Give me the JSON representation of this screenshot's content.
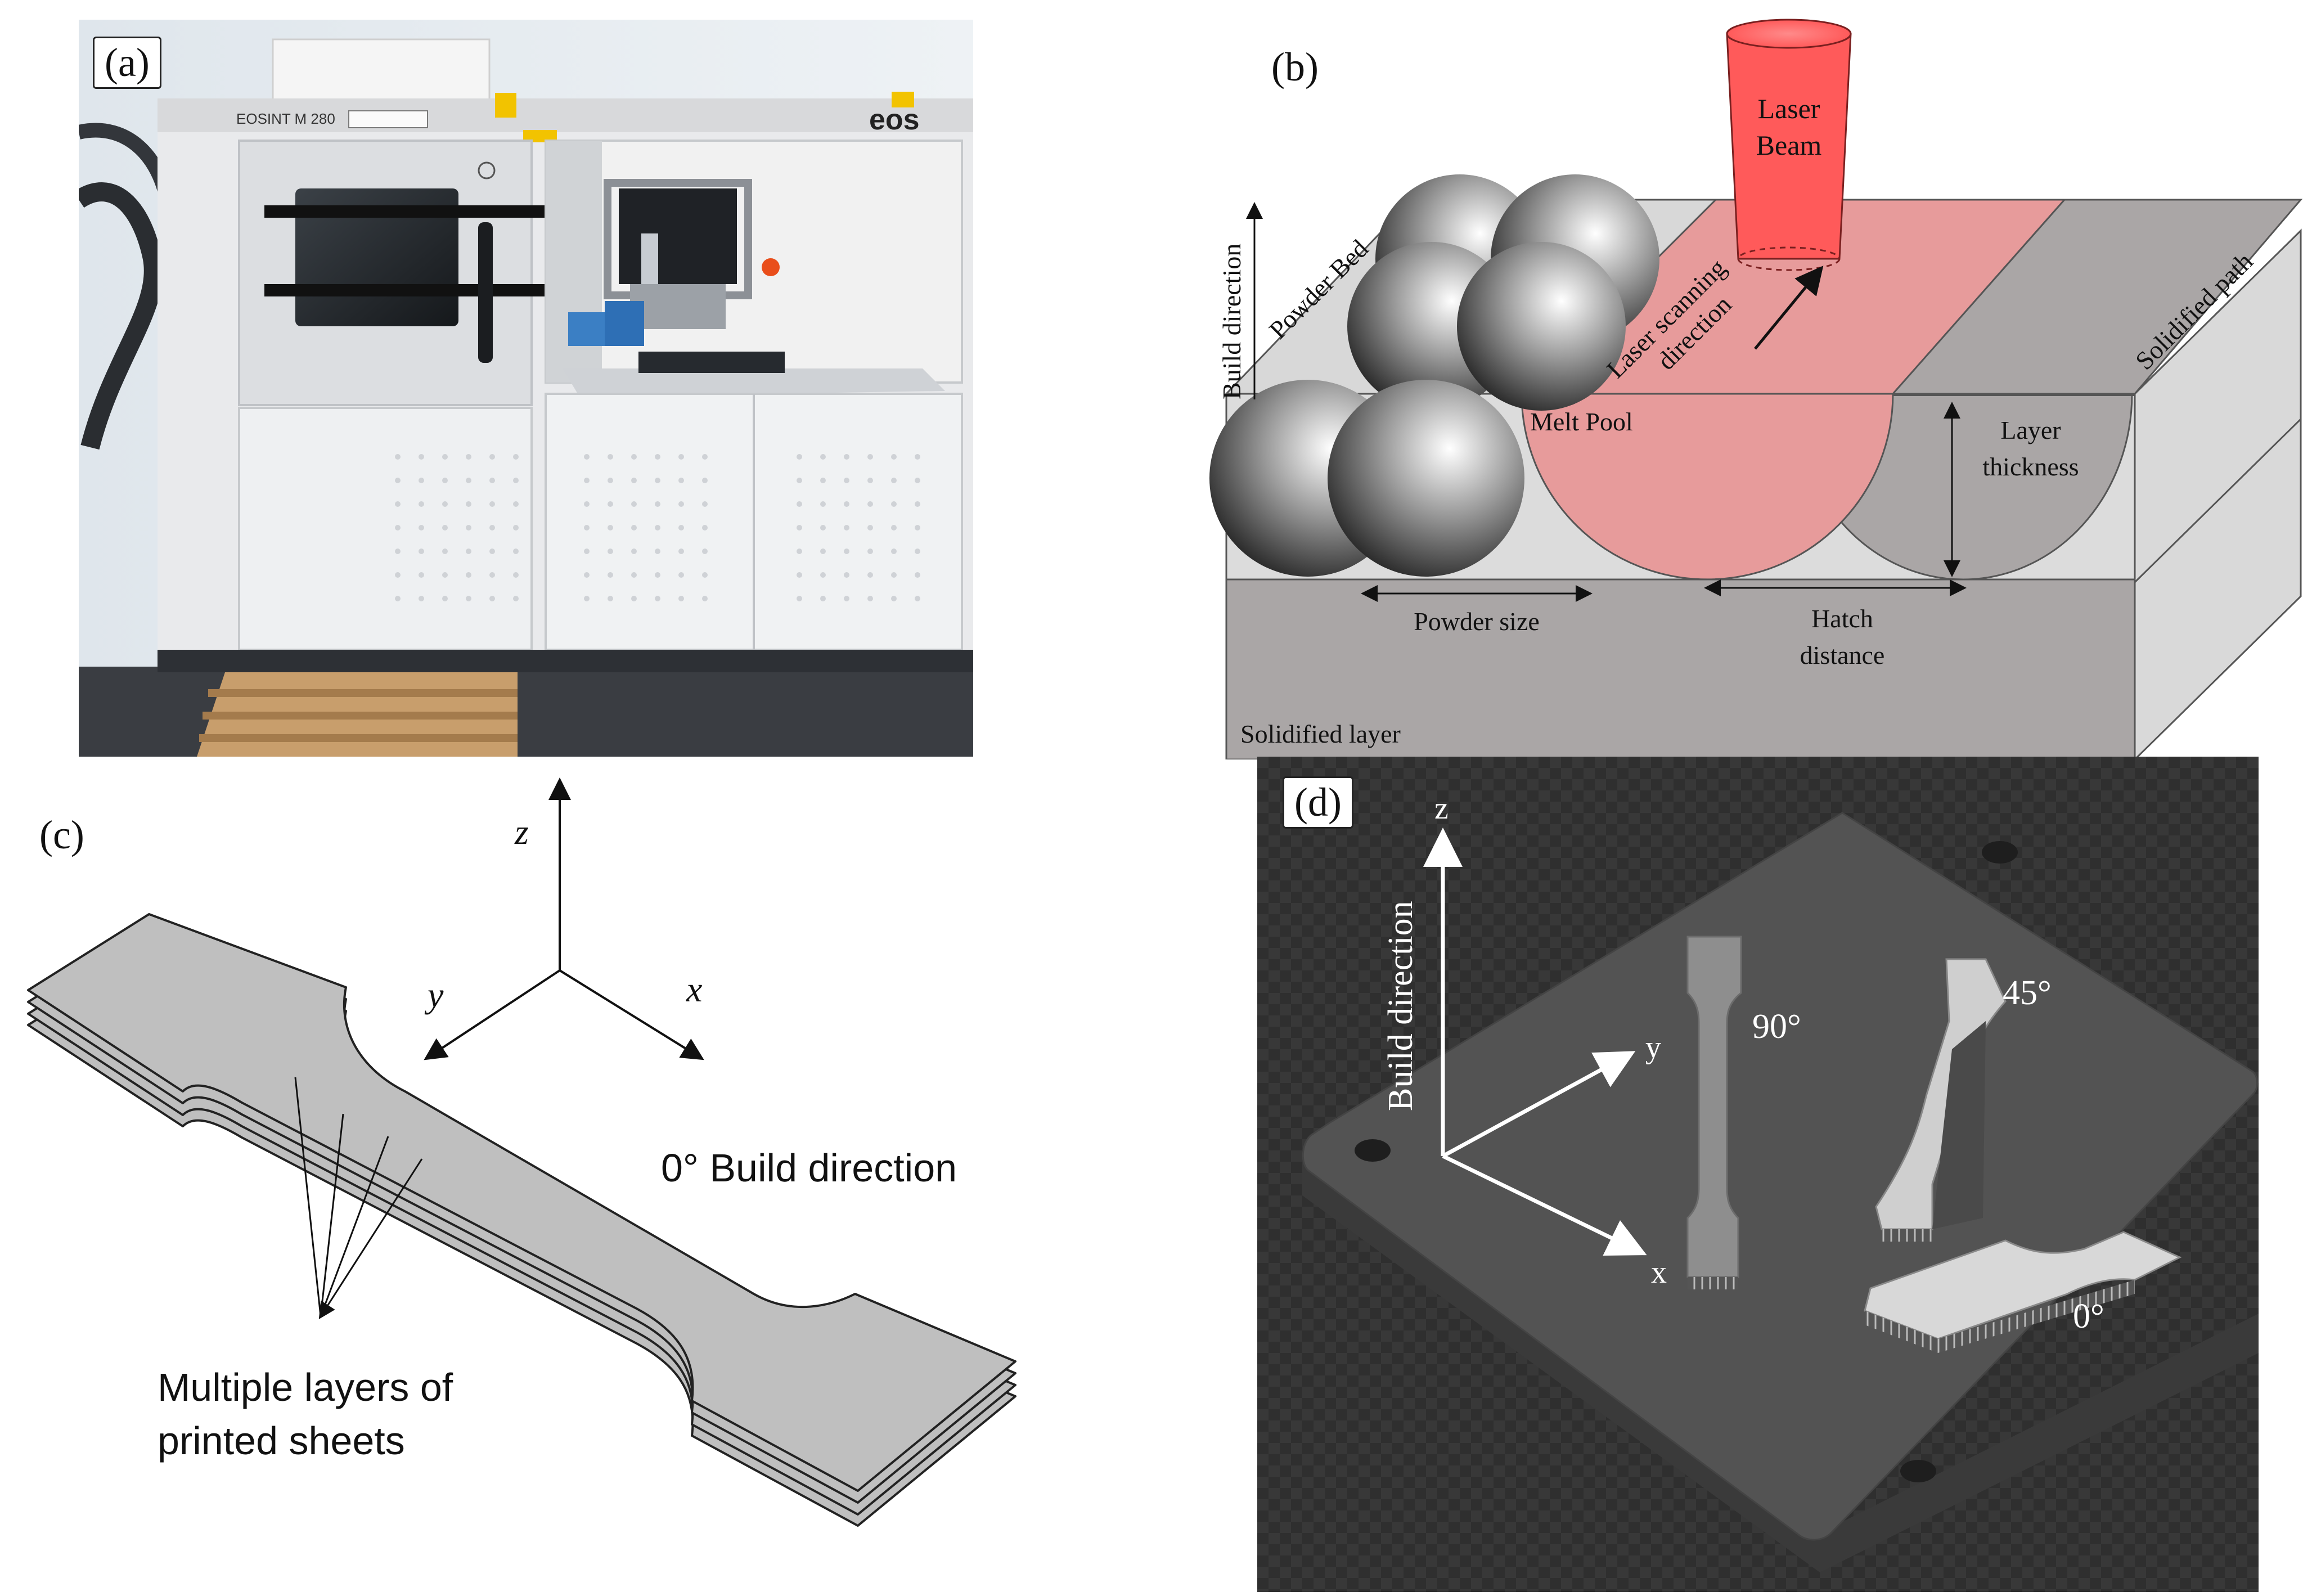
{
  "panel_a": {
    "tag": "(a)",
    "machine_model": "EOSINT M 280",
    "brand_logo": "eos"
  },
  "panel_b": {
    "tag": "(b)",
    "laser_beam_line1": "Laser",
    "laser_beam_line2": "Beam",
    "build_direction": "Build direction",
    "powder_bed": "Powder Bed",
    "laser_scanning_line1": "Laser scanning",
    "laser_scanning_line2": "direction",
    "solidified_path": "Solidified path",
    "melt_pool": "Melt Pool",
    "layer_thickness_line1": "Layer",
    "layer_thickness_line2": "thickness",
    "powder_size": "Powder size",
    "hatch_line1": "Hatch",
    "hatch_line2": "distance",
    "solidified_layer": "Solidified layer",
    "colors": {
      "melt": "#e79b9b",
      "beam": "#ff5a5a",
      "solid_top": "#aaa6a6",
      "block_side": "#d9d9d9"
    }
  },
  "panel_c": {
    "tag": "(c)",
    "axis_z": "z",
    "axis_y": "y",
    "axis_x": "x",
    "build_label": "0° Build direction",
    "layers_line1": "Multiple layers of",
    "layers_line2": "printed sheets"
  },
  "panel_d": {
    "tag": "(d)",
    "axis_z": "z",
    "axis_y": "y",
    "axis_x": "x",
    "build_direction": "Build direction",
    "angle_90": "90°",
    "angle_45": "45°",
    "angle_0": "0°"
  }
}
